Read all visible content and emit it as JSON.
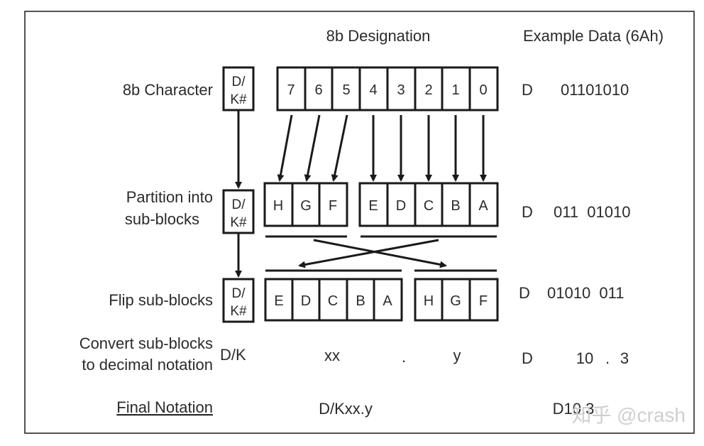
{
  "headers": {
    "designation": "8b Designation",
    "example": "Example Data (6Ah)"
  },
  "rows": {
    "char": "8b Character",
    "partition": [
      "Partition into",
      "sub-blocks"
    ],
    "flip": "Flip sub-blocks",
    "convert": [
      "Convert sub-blocks",
      "to decimal notation"
    ],
    "final": "Final Notation"
  },
  "dk_box": [
    "D/",
    "K#"
  ],
  "bits": [
    "7",
    "6",
    "5",
    "4",
    "3",
    "2",
    "1",
    "0"
  ],
  "partition_blocks": {
    "left": [
      "H",
      "G",
      "F"
    ],
    "right": [
      "E",
      "D",
      "C",
      "B",
      "A"
    ]
  },
  "flip_blocks": {
    "left": [
      "E",
      "D",
      "C",
      "B",
      "A"
    ],
    "right": [
      "H",
      "G",
      "F"
    ]
  },
  "convert_values": {
    "dk": "D/K",
    "xx": "xx",
    "dot": ".",
    "y": "y"
  },
  "final_value": "D/Kxx.y",
  "example": {
    "char": [
      "D",
      "01101010"
    ],
    "partition": [
      "D",
      "011  01010"
    ],
    "flip": [
      "D",
      "01010  011"
    ],
    "convert": [
      "D",
      "10",
      ".",
      "3"
    ],
    "final": "D10.3"
  },
  "watermark": "知乎 @crash"
}
